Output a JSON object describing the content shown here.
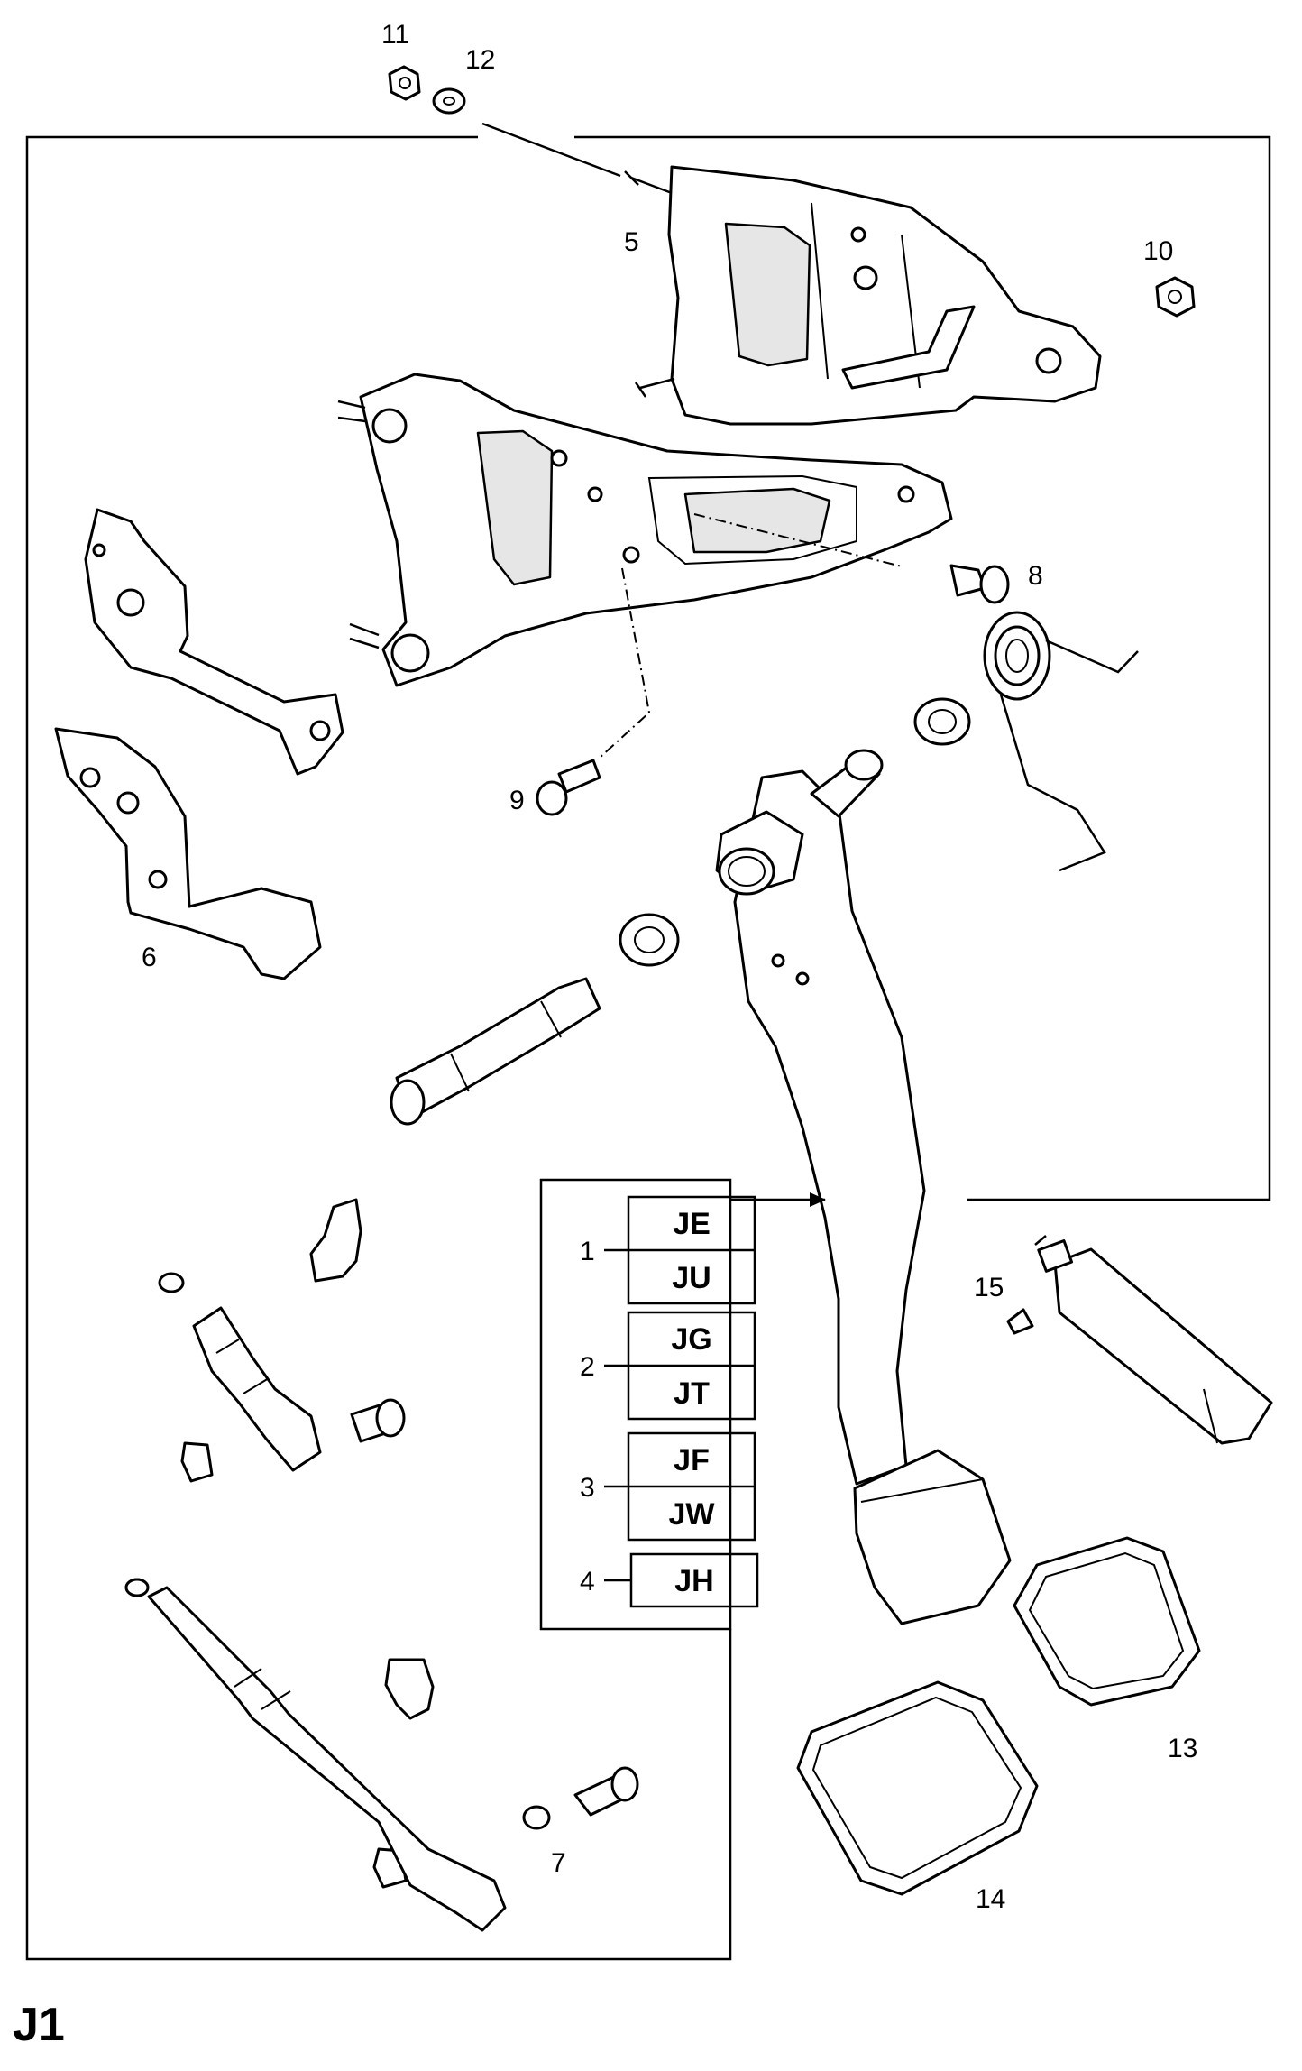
{
  "callouts": {
    "c5": "5",
    "c6": "6",
    "c7": "7",
    "c8": "8",
    "c9": "9",
    "c10": "10",
    "c11": "11",
    "c12": "12",
    "c13": "13",
    "c14": "14",
    "c15": "15"
  },
  "variants": [
    {
      "number": "1",
      "codes": [
        "JE",
        "JU"
      ]
    },
    {
      "number": "2",
      "codes": [
        "JG",
        "JT"
      ]
    },
    {
      "number": "3",
      "codes": [
        "JF",
        "JW"
      ]
    },
    {
      "number": "4",
      "codes": [
        "JH"
      ]
    }
  ],
  "page_id": "J1"
}
